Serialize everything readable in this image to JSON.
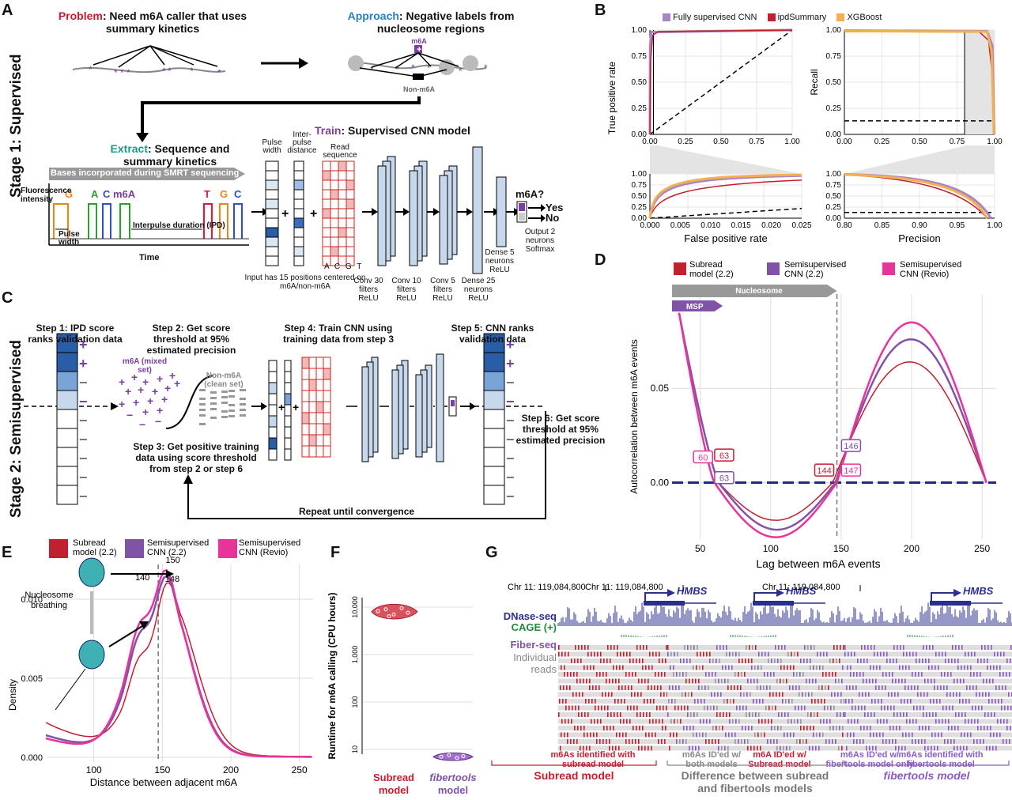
{
  "panels": {
    "A": "A",
    "B": "B",
    "C": "C",
    "D": "D",
    "E": "E",
    "F": "F",
    "G": "G"
  },
  "stage1": "Stage 1: Supervised",
  "stage2": "Stage 2: Semisupervised",
  "panelA": {
    "problem_prefix": "Problem",
    "problem_text": ": Need m6A caller that uses summary kinetics",
    "approach_prefix": "Approach",
    "approach_text": ": Negative labels from nucleosome regions",
    "m6a_label": "m6A",
    "nonm6a_label": "Non-m6A",
    "extract_prefix": "Extract",
    "extract_text": ": Sequence and summary kinetics",
    "train_prefix": "Train",
    "train_text": ": Supervised CNN model",
    "bases_bar": "Bases incorporated during SMRT sequencing",
    "y_axis": "Fluorescence intensity",
    "x_axis": "Time",
    "bases": [
      "G",
      "A",
      "C",
      "m6A",
      "T",
      "G",
      "C"
    ],
    "pulse_width": "Pulse width",
    "interpulse": "Interpulse duration (IPD)",
    "col_pulse": "Pulse width",
    "col_inter": "Inter-pulse distance",
    "col_read": "Read sequence",
    "acgt": "A C G T",
    "input_note": "Input has 15 positions centered on m6A/non-m6A",
    "conv1": "Conv 30 filters ReLU",
    "conv2": "Conv 10 filters ReLU",
    "conv3": "Conv 5 filters ReLU",
    "dense1": "Dense 25 neurons ReLU",
    "dense2": "Dense 5 neurons ReLU",
    "output_q": "m6A?",
    "yes": "Yes",
    "no": "No",
    "output_note": "Output 2 neurons Softmax"
  },
  "panelC": {
    "step1": "Step 1: IPD score ranks validation data",
    "step2": "Step 2: Get score threshold at 95% estimated precision",
    "step3": "Step 3: Get positive training data using score threshold from step 2 or step 6",
    "step4": "Step 4: Train CNN using training data from step 3",
    "step5": "Step 5: CNN ranks validation data",
    "step6": "Step 6: Get score threshold at 95% estimated precision",
    "mixed": "m6A (mixed set)",
    "clean": "Non-m6A (clean set)",
    "repeat": "Repeat until convergence"
  },
  "panelB": {
    "legend": [
      "Fully supervised CNN",
      "ipdSummary",
      "XGBoost"
    ],
    "colors": [
      "#a884c9",
      "#c0202f",
      "#f2b04e"
    ],
    "roc_ylabel": "True positive rate",
    "roc_xlabel": "False positive rate",
    "pr_ylabel": "Recall",
    "pr_xlabel": "Precision",
    "ticks01": [
      "0.00",
      "0.25",
      "0.50",
      "0.75",
      "1.00"
    ],
    "roc_zoom_x": [
      "0.000",
      "0.005",
      "0.010",
      "0.015",
      "0.020",
      "0.025"
    ],
    "pr_zoom_x": [
      "0.80",
      "0.85",
      "0.90",
      "0.95",
      "1.00"
    ]
  },
  "panelD": {
    "legend": [
      "Subread model (2.2)",
      "Semisupervised CNN (2.2)",
      "Semisupervised CNN (Revio)"
    ],
    "colors": [
      "#c0202f",
      "#8052a8",
      "#e8349a"
    ],
    "nucleosome": "Nucleosome",
    "msp": "MSP",
    "ylabel": "Autocorrelation between m6A events",
    "xlabel": "Lag between m6A events",
    "yticks": [
      "0.00",
      "0.05"
    ],
    "xticks": [
      "50",
      "100",
      "150",
      "200",
      "250"
    ],
    "tags": [
      "60",
      "63",
      "63",
      "144",
      "146",
      "147"
    ]
  },
  "panelE": {
    "legend": [
      "Subread model (2.2)",
      "Semisupervised CNN (2.2)",
      "Semisupervised CNN (Revio)"
    ],
    "breathing": "Nucleosome breathing",
    "ylabel": "Density",
    "xlabel": "Distance between adjacent m6A",
    "yticks": [
      "0.000",
      "0.005",
      "0.010"
    ],
    "xticks": [
      "100",
      "150",
      "200",
      "250"
    ],
    "peaks": [
      "150",
      "140",
      "148"
    ]
  },
  "panelF": {
    "ylabel": "Runtime for m6A calling (CPU hours)",
    "yticks": [
      "10",
      "100",
      "1,000",
      "10,000"
    ],
    "left_label": "Subread model",
    "right_label_1": "fibertools",
    "right_label_2": "model"
  },
  "panelG": {
    "coord": "Chr 11: 119,084,800",
    "gene": "HMBS",
    "tracks": [
      "DNase-seq",
      "CAGE (+)",
      "Fiber-seq",
      "Individual reads"
    ],
    "ann1": "m6As identified with subread model",
    "ann2": "m6As ID'ed w/ both models",
    "ann3": "m6A ID'ed w/ Subread model",
    "ann4": "m6As ID'ed w/ fibertools model only",
    "ann5": "m6As identified with fibertools model",
    "foot1": "Subread model",
    "foot2": "Difference between subread and fibertools models",
    "foot3": "fibertools model"
  }
}
